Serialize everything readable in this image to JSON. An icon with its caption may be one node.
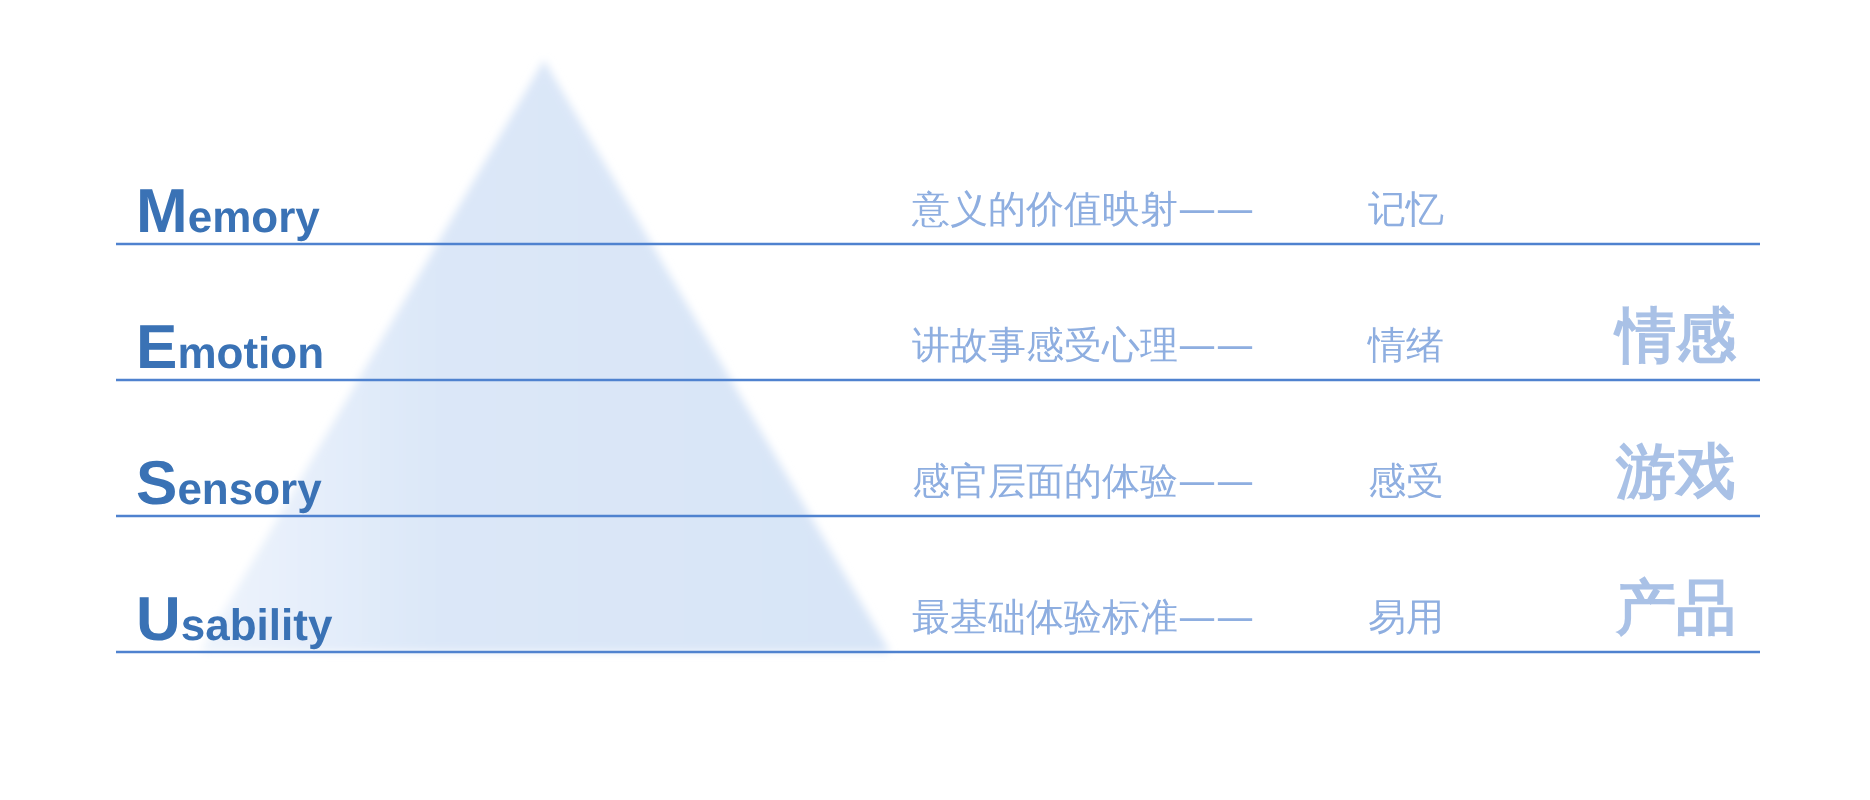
{
  "diagram": {
    "labels": [
      "Memory",
      "意义的价值映射——",
      "记忆",
      "Emotion",
      "讲故事感受心理——",
      "情绪",
      "情感",
      "Sensory",
      "感官层面的体验——",
      "感受",
      "游戏",
      "Usability",
      "最基础体验标准——",
      "易用",
      "产品"
    ]
  }
}
